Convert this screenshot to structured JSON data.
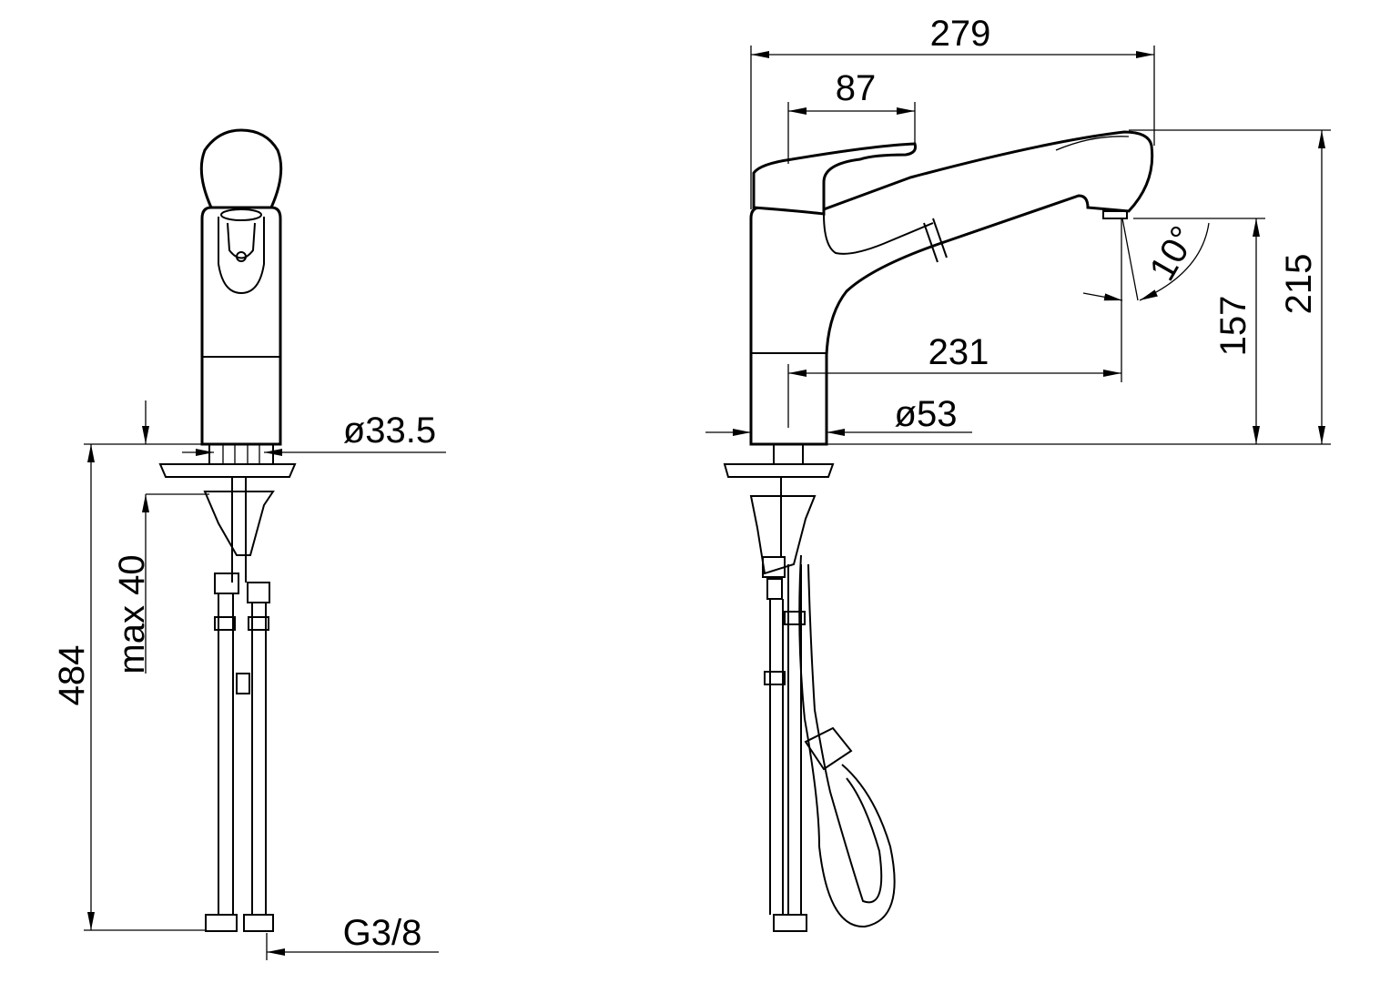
{
  "drawing": {
    "front_view": {
      "dim_diameter_cartridge": "ø33.5",
      "dim_max_deck_thickness": "max 40",
      "dim_total_height": "484",
      "dim_connection_thread": "G3/8"
    },
    "side_view": {
      "dim_total_reach": "279",
      "dim_lever_length": "87",
      "dim_total_height": "215",
      "dim_outlet_height": "157",
      "dim_spout_reach": "231",
      "dim_body_diameter": "ø53",
      "dim_spray_angle": "10°"
    }
  }
}
